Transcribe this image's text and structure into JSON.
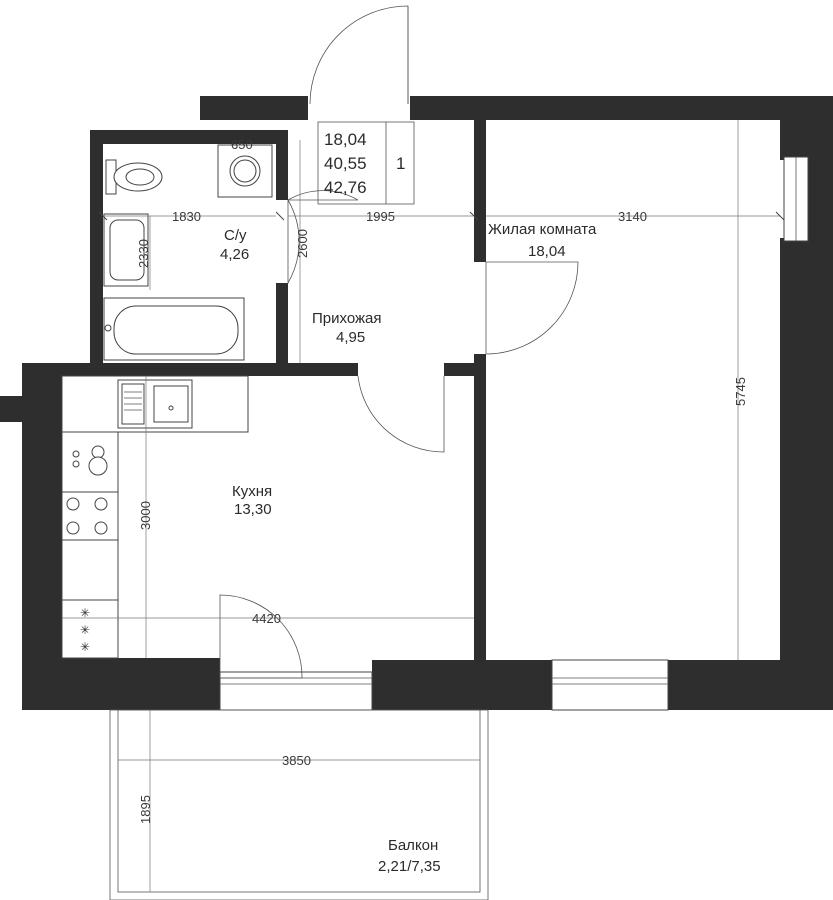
{
  "summary": {
    "living": "18,04",
    "total": "40,55",
    "total_with_balcony": "42,76",
    "rooms": "1"
  },
  "rooms": {
    "bathroom": {
      "name": "С/у",
      "area": "4,26"
    },
    "hall": {
      "name": "Прихожая",
      "area": "4,95"
    },
    "living": {
      "name": "Жилая комната",
      "area": "18,04"
    },
    "kitchen": {
      "name": "Кухня",
      "area": "13,30"
    },
    "balcony": {
      "name": "Балкон",
      "area": "2,21/7,35"
    }
  },
  "dimensions": {
    "bath_width": "1830",
    "bath_depth": "2330",
    "hall_width": "1995",
    "hall_depth": "2600",
    "living_width": "3140",
    "living_depth": "5745",
    "kitchen_width": "4420",
    "kitchen_depth": "3000",
    "balcony_width": "3850",
    "balcony_depth": "1895",
    "washer": "650"
  },
  "colors": {
    "wall": "#2e2e2e",
    "line": "#555555",
    "background": "#ffffff"
  }
}
